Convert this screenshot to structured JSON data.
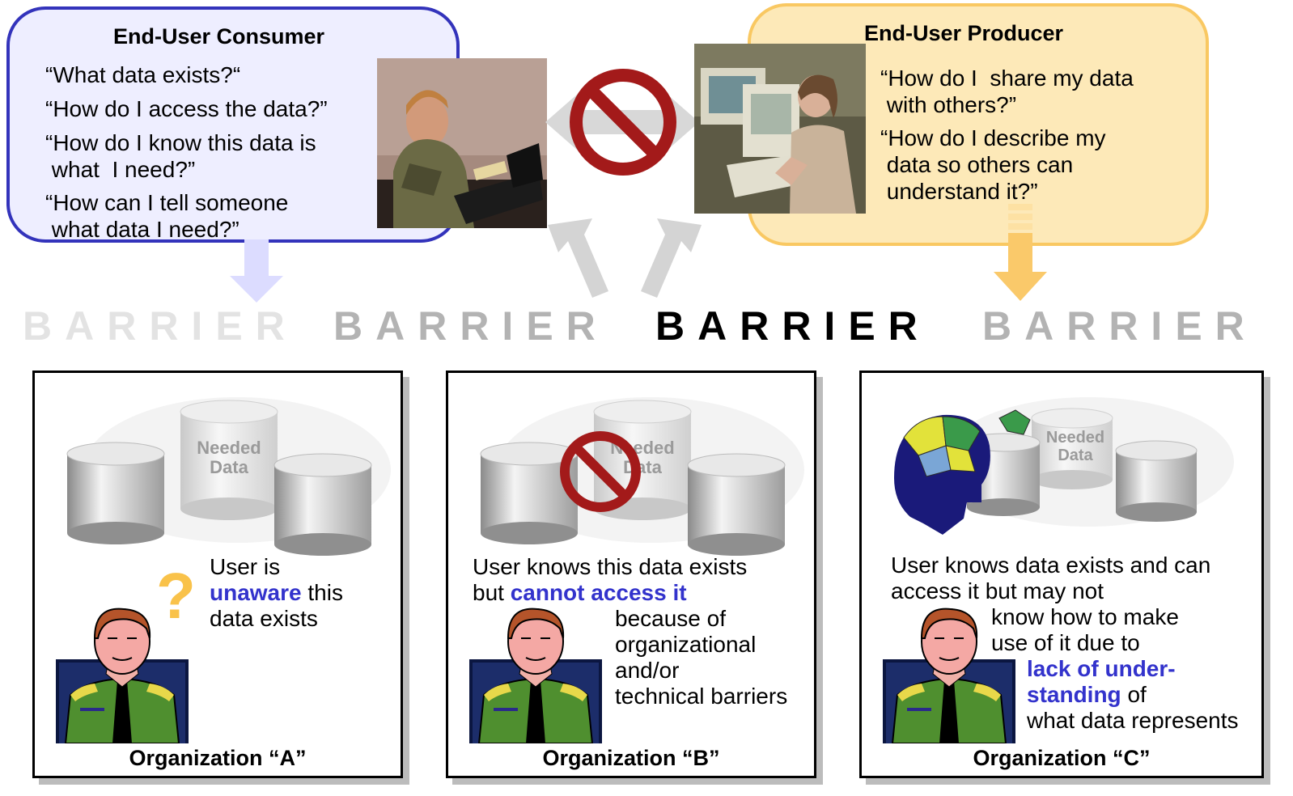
{
  "consumer": {
    "title": "End-User Consumer",
    "questions": [
      "“What data exists?“",
      "“How do I access the data?”",
      "“How do I know this data is\n what  I need?”",
      "“How can I tell someone\n what data I need?”"
    ]
  },
  "producer": {
    "title": "End-User Producer",
    "questions": [
      "“How do I  share my data\n with others?”",
      "“How do I describe my\n data so others can\n understand it?”"
    ]
  },
  "barriers": [
    "BARRIER",
    "BARRIER",
    "BARRIER",
    "BARRIER"
  ],
  "colors": {
    "consumer_border": "#3333bb",
    "consumer_fill": "#eeeeff",
    "producer_border": "#f9c862",
    "producer_fill": "#fde9b8",
    "no_sign": "#a31a1a",
    "highlight": "#3333cc"
  },
  "cylinder_label": "Needed\nData",
  "panels": [
    {
      "org": "Organization “A”",
      "text_a": "User is",
      "highlight": "unaware",
      "text_b": " this",
      "text_c": "data exists"
    },
    {
      "org": "Organization “B”",
      "line1": "User knows this data exists",
      "line2_prefix": "but ",
      "highlight": "cannot access it",
      "rest": "because of\norganizational\nand/or\ntechnical barriers"
    },
    {
      "org": "Organization “C”",
      "line1": "User knows data exists and can\naccess it but may not",
      "line2": "know how to make\nuse of it due to",
      "highlight1": "lack of under-",
      "highlight2": "standing",
      "after_highlight": " of",
      "last": "what data represents"
    }
  ]
}
